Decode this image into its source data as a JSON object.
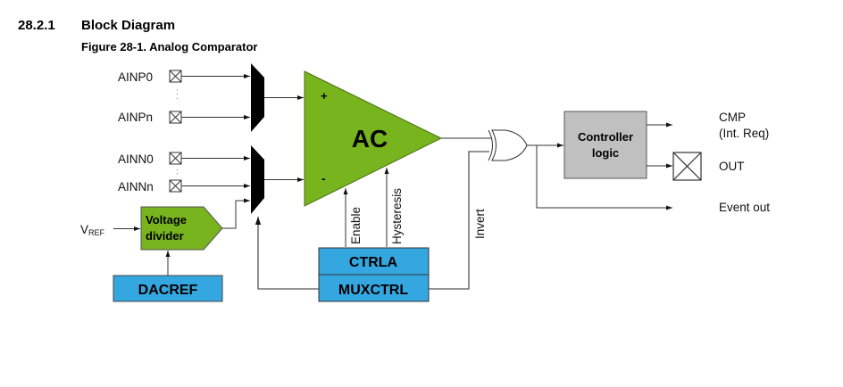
{
  "header": {
    "section_number": "28.2.1",
    "section_title": "Block Diagram",
    "figure_caption": "Figure 28-1.  Analog Comparator"
  },
  "diagram": {
    "inputs_positive": [
      "AINP0",
      "AINPn"
    ],
    "inputs_negative": [
      "AINN0",
      "AINNn"
    ],
    "vref_label_main": "V",
    "vref_label_sub": "REF",
    "voltage_divider": [
      "Voltage",
      "divider"
    ],
    "dacref": "DACREF",
    "comparator": {
      "label": "AC",
      "plus": "+",
      "minus": "-"
    },
    "signals": {
      "enable": "Enable",
      "hysteresis": "Hysteresis",
      "invert": "Invert"
    },
    "registers": {
      "ctrla": "CTRLA",
      "muxctrl": "MUXCTRL"
    },
    "controller": [
      "Controller",
      "logic"
    ],
    "outputs": {
      "cmp_line1": "CMP",
      "cmp_line2": "(Int. Req)",
      "out": "OUT",
      "event_out": "Event out"
    },
    "colors": {
      "comparator_fill": "#78b41e",
      "divider_fill": "#78b41e",
      "register_fill": "#35a7e0",
      "controller_fill": "#c0c0c0",
      "mux_fill": "#000000"
    }
  }
}
